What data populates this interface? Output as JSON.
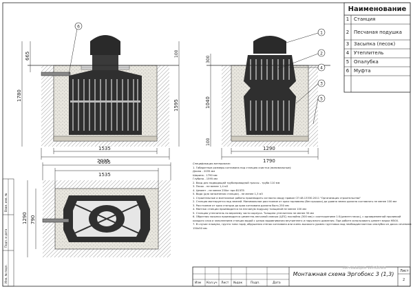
{
  "legend": {
    "title": "Наименование",
    "items": [
      {
        "num": "1",
        "name": "Станция"
      },
      {
        "num": "2",
        "name": "Песчаная подушка"
      },
      {
        "num": "3",
        "name": "Засыпка (песок)"
      },
      {
        "num": "4",
        "name": "Утеплитель"
      },
      {
        "num": "5",
        "name": "Опалубка"
      },
      {
        "num": "6",
        "name": "Муфта"
      }
    ]
  },
  "dims": {
    "left": {
      "h1": "665",
      "h2": "1780",
      "h3": "1595",
      "top": "100",
      "w1": "1535",
      "w2": "2035"
    },
    "right": {
      "h1": "300",
      "h2": "1040",
      "h3": "100",
      "w1": "1290",
      "w2": "1790"
    },
    "plan": {
      "w1": "2035",
      "w2": "1535",
      "h1": "1290",
      "h2": "790"
    }
  },
  "callouts": [
    "1",
    "2",
    "3",
    "4",
    "5",
    "6"
  ],
  "spec": {
    "head": "Спецификация материалов:",
    "lines": [
      "1.      Габаритные размеры котлована под станцию очистки (минимальные):",
      "         Длина - 2035 мм",
      "         Ширина - 1790 мм",
      "         Глубина - 1595 мм",
      "2.      Вход для подводящей трубопроводной трассы - труба 110 мм",
      "3.      Песок - не менее 1,4 м3",
      "4.      Цемент - не менее 250кг при В15ГВ",
      "5.      Вода (для заполнения станции) - не менее 1,3 м3",
      "1.      Строительные и монтажные работы производить согласно своду правил СП 48.13330.2011 \"Организация строительства\"",
      "2.      Станция монтируется под землей. Минимальное расстояние от края горловины (без крышки) до уровня земли должно составлять не менее 100 мм",
      "3.      Расстояние от края станции до края котлована должно быть 250 мм",
      "4.      Монтаж станции производится на песчаную подушку толщиной не менее 100 мм",
      "5.      Станцию утеплитель по верхнему части корпуса. Толщина утеплителя не менее 30 мм",
      "6.      Обратная засыпка производится цементно-песчаной смесью (ЦПС) послойно (300 мм) с соотношением 1:5(цемент:песок), с одновременной проливкой каждого слоя и заполнением станции водой с целью выравнивания внутреннего и наружного давления. При работе использовать цемент марки М500.",
      "7.      В случае плывуна, грунта типа торф, обрушения стенок котлована или очень высокого уровня грунтовых вод необходим монтаж опалубки из досок сечением 150х50 мм"
    ]
  },
  "title_block": {
    "title": "Монтажная схема Эргобокс 3 (1,3)",
    "sheet_label": "Лист",
    "sheet_num": "2",
    "captions": [
      "Изм",
      "Кол.уч",
      "Лист",
      "№док",
      "Подп.",
      "Дата"
    ]
  },
  "side_stamps": [
    "Инв. № подл.",
    "Подп. и дата",
    "Взам. инв. №"
  ],
  "watermark": "Активация Windows"
}
